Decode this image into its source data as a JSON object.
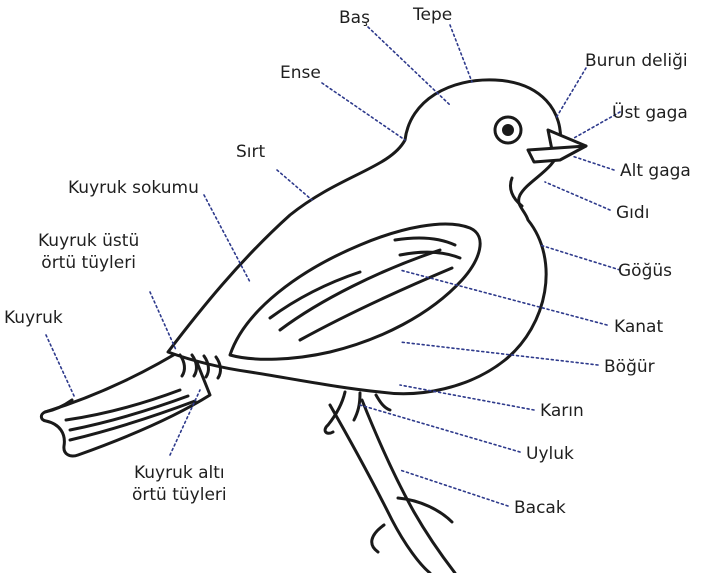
{
  "diagram": {
    "labels": {
      "bas": "Baş",
      "tepe": "Tepe",
      "burun_deligi": "Burun deliği",
      "ense": "Ense",
      "ust_gaga": "Üst gaga",
      "alt_gaga": "Alt gaga",
      "sirt": "Sırt",
      "gidi": "Gıdı",
      "kuyruk_sokumu": "Kuyruk sokumu",
      "kuyruk_ustu_1": "Kuyruk üstü",
      "kuyruk_ustu_2": "örtü tüyleri",
      "gogus": "Göğüs",
      "kuyruk": "Kuyruk",
      "kanat": "Kanat",
      "bogur": "Böğür",
      "karin": "Karın",
      "uyluk": "Uyluk",
      "kuyruk_alti_1": "Kuyruk altı",
      "kuyruk_alti_2": "örtü tüyleri",
      "bacak": "Bacak"
    },
    "colors": {
      "ink": "#1a1a1a",
      "leader": "#2e3a8c"
    }
  }
}
